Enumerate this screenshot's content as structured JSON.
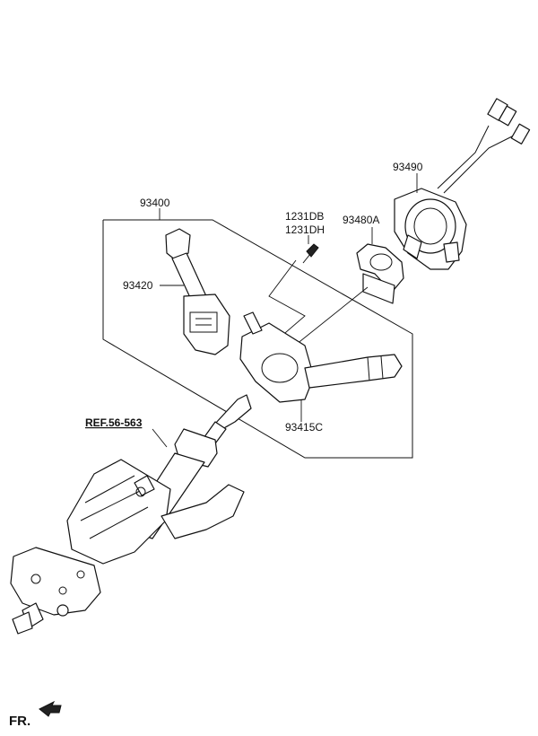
{
  "labels": {
    "assembly": "93400",
    "multifunction_switch": "93420",
    "lower_switch": "93415C",
    "bolt_a": "1231DB",
    "bolt_b": "1231DH",
    "plate": "93480A",
    "clock_spring": "93490",
    "reference": "REF.56-563",
    "front": "FR."
  }
}
